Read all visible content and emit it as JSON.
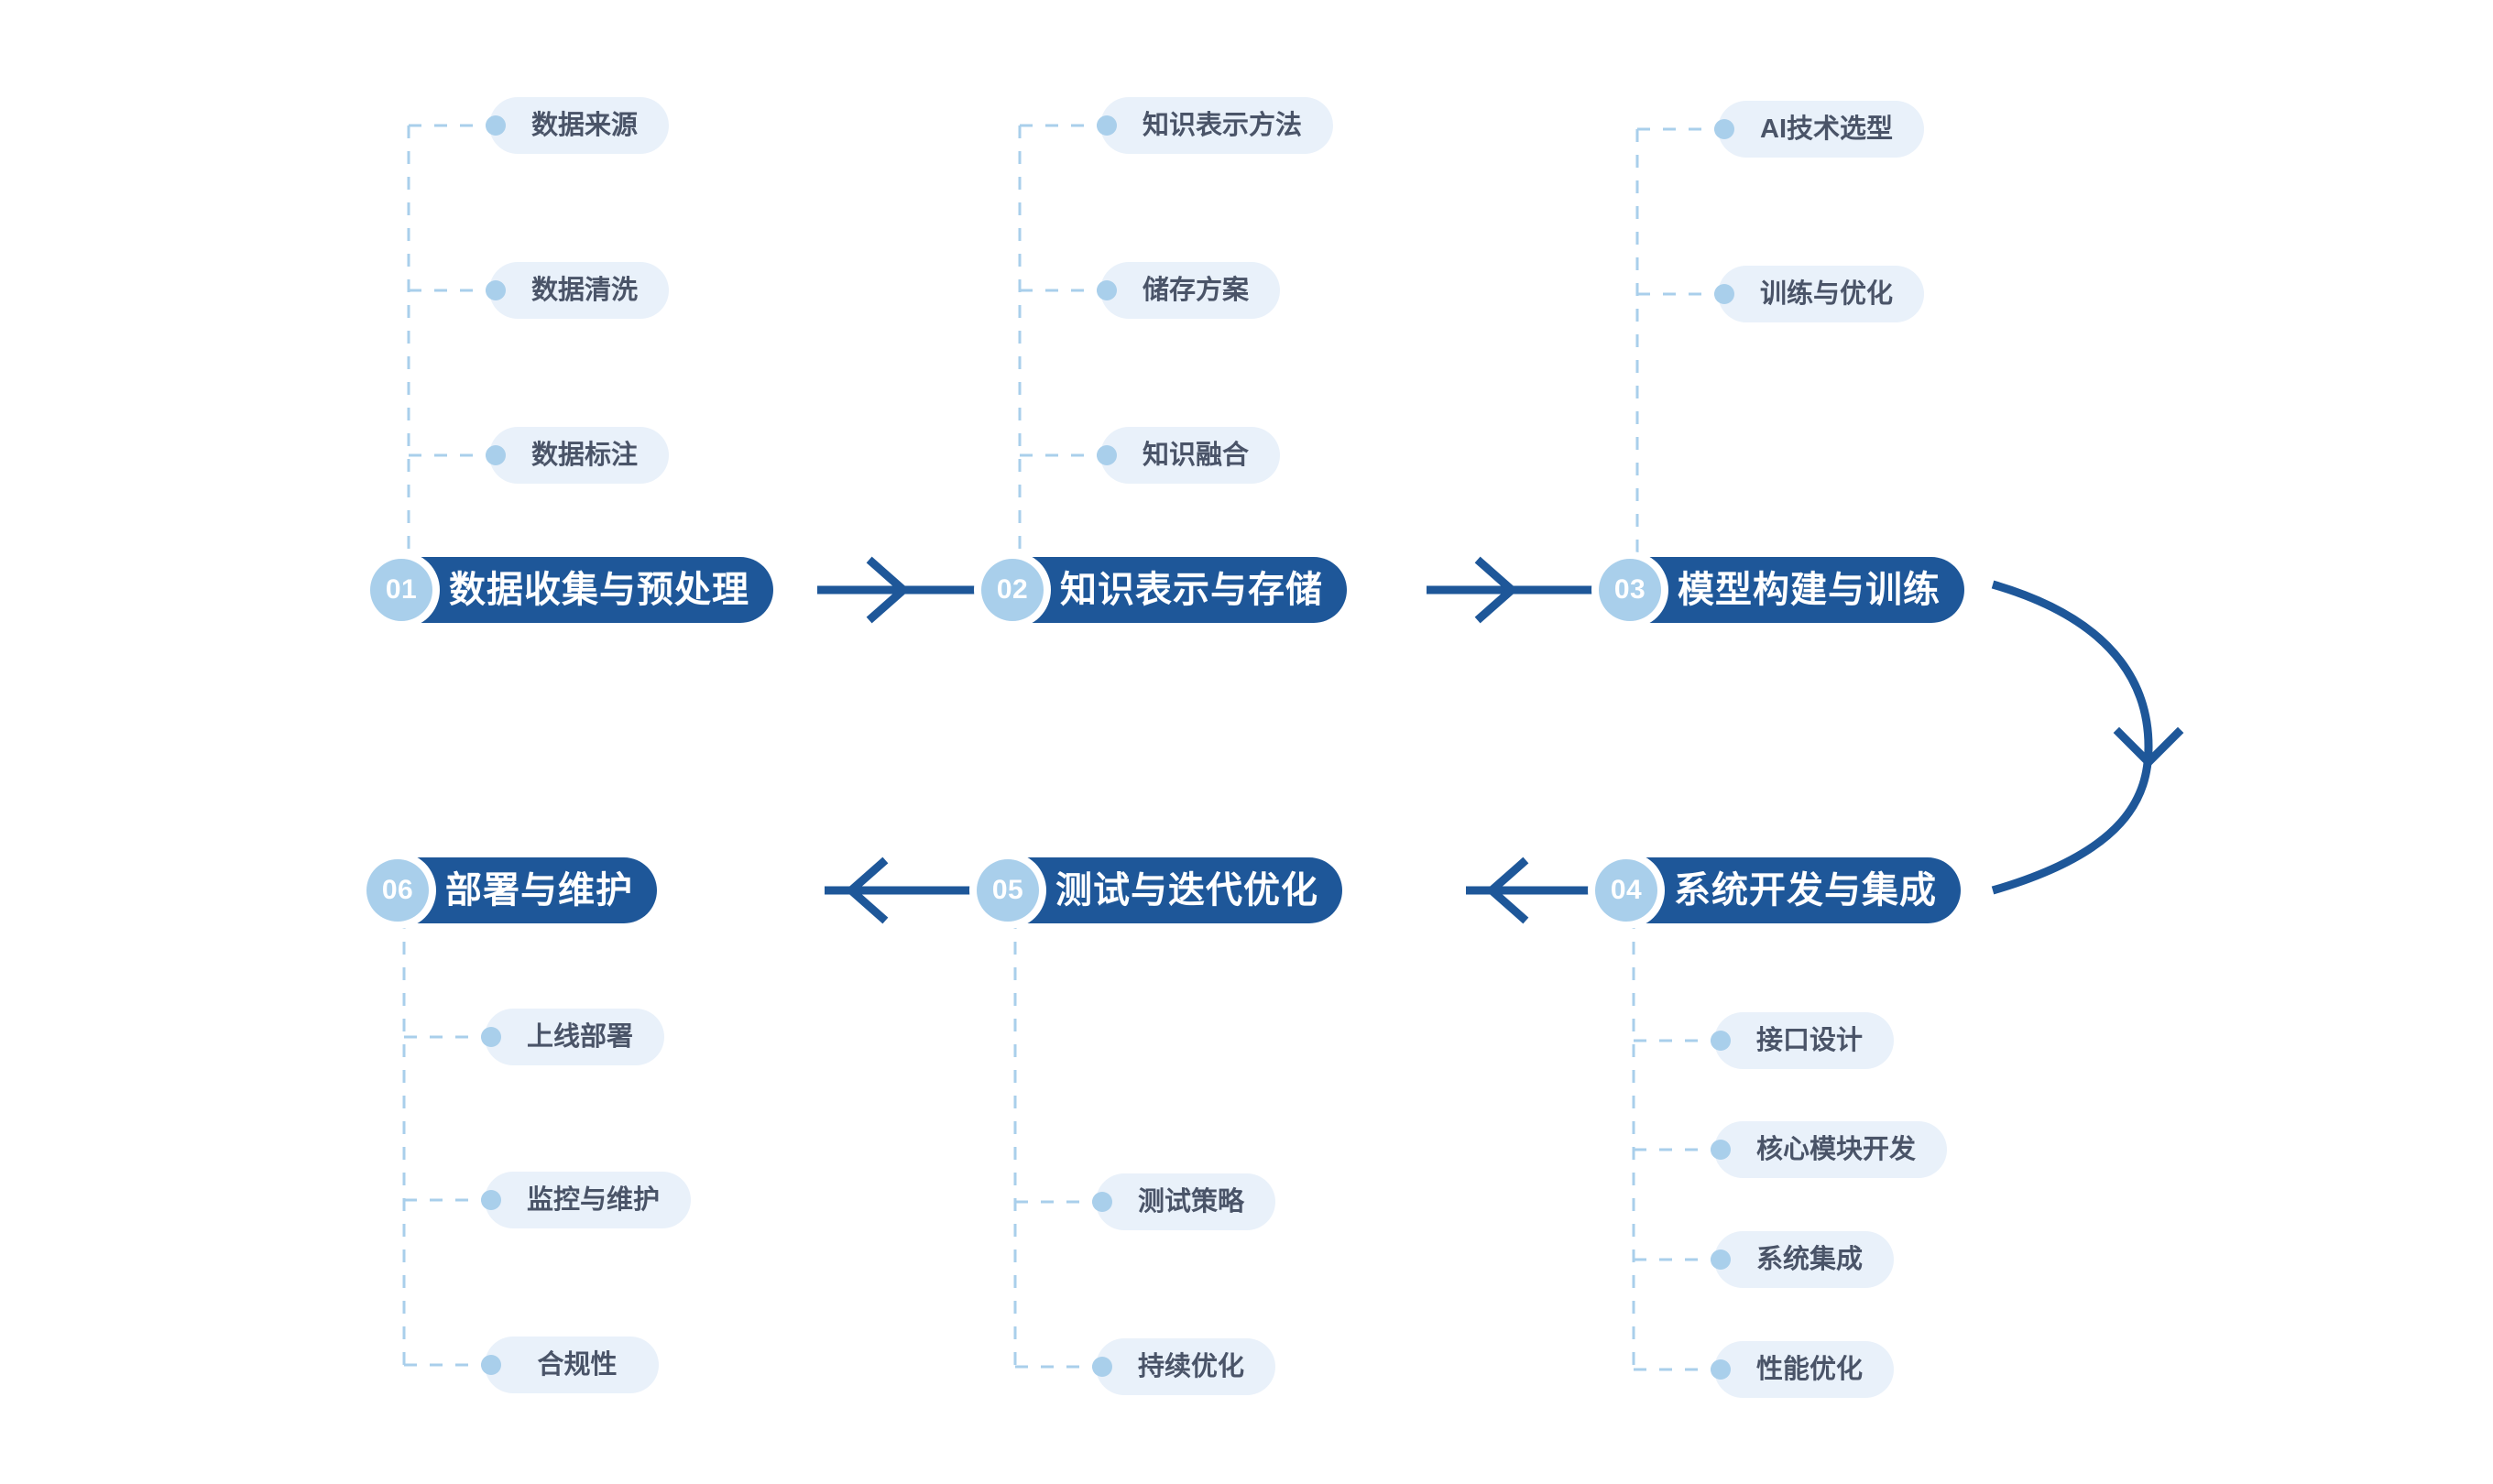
{
  "theme": {
    "primary": "#1e5799",
    "badge": "#a9cfeb",
    "pill_bg": "#e9f1fa",
    "pill_text": "#4a5468",
    "dashed_line": "#a9cfeb",
    "background": "#ffffff"
  },
  "stages": [
    {
      "number": "01",
      "title": "数据收集与预处理",
      "items": [
        "数据来源",
        "数据清洗",
        "数据标注"
      ]
    },
    {
      "number": "02",
      "title": "知识表示与存储",
      "items": [
        "知识表示方法",
        "储存方案",
        "知识融合"
      ]
    },
    {
      "number": "03",
      "title": "模型构建与训练",
      "items": [
        "AI技术选型",
        "训练与优化"
      ]
    },
    {
      "number": "04",
      "title": "系统开发与集成",
      "items": [
        "接口设计",
        "核心模块开发",
        "系统集成",
        "性能优化"
      ]
    },
    {
      "number": "05",
      "title": "测试与迭代优化",
      "items": [
        "测试策略",
        "持续优化"
      ]
    },
    {
      "number": "06",
      "title": "部署与维护",
      "items": [
        "上线部署",
        "监控与维护",
        "合规性"
      ]
    }
  ],
  "flow": {
    "arrows": [
      {
        "from": "01",
        "to": "02",
        "direction": "right"
      },
      {
        "from": "02",
        "to": "03",
        "direction": "right"
      },
      {
        "from": "03",
        "to": "04",
        "direction": "curve-down"
      },
      {
        "from": "04",
        "to": "05",
        "direction": "left"
      },
      {
        "from": "05",
        "to": "06",
        "direction": "left"
      }
    ]
  }
}
